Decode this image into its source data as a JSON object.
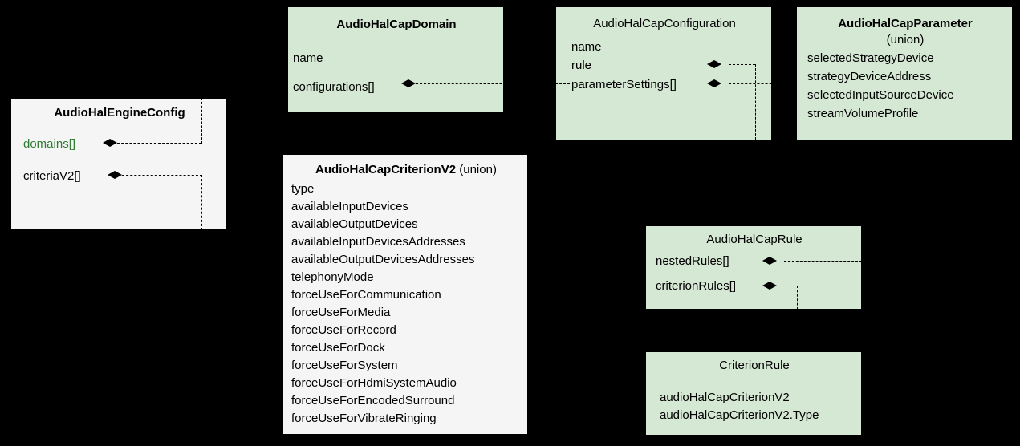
{
  "diagram": {
    "title": "AudioHalCapConfiguration UML class relationships",
    "background_color": "#000000",
    "entity_fill_green": "#d5e8d4",
    "entity_fill_gray": "#f5f5f5",
    "accent_color": "#2e7d32",
    "line_style": "dashed-black-aggregation"
  },
  "boxes": {
    "engine_config": {
      "title": "AudioHalEngineConfig",
      "fields": [
        {
          "label": "domains[]",
          "accent": true
        },
        {
          "label": "criteriaV2[]",
          "accent": false
        }
      ]
    },
    "cap_domain": {
      "title": "AudioHalCapDomain",
      "fields": [
        {
          "label": "name"
        },
        {
          "label": "configurations[]"
        }
      ]
    },
    "cap_configuration": {
      "title": "AudioHalCapConfiguration",
      "fields": [
        {
          "label": "name"
        },
        {
          "label": "rule"
        },
        {
          "label": "parameterSettings[]"
        }
      ]
    },
    "cap_parameter": {
      "title": "AudioHalCapParameter",
      "subtitle": "(union)",
      "fields": [
        {
          "label": "selectedStrategyDevice"
        },
        {
          "label": "strategyDeviceAddress"
        },
        {
          "label": "selectedInputSourceDevice"
        },
        {
          "label": "streamVolumeProfile"
        }
      ]
    },
    "cap_criterion_v2": {
      "title": "AudioHalCapCriterionV2",
      "title_suffix": "(union)",
      "fields": [
        {
          "label": "type"
        },
        {
          "label": "availableInputDevices"
        },
        {
          "label": "availableOutputDevices"
        },
        {
          "label": "availableInputDevicesAddresses"
        },
        {
          "label": "availableOutputDevicesAddresses"
        },
        {
          "label": "telephonyMode"
        },
        {
          "label": "forceUseForCommunication"
        },
        {
          "label": "forceUseForMedia"
        },
        {
          "label": "forceUseForRecord"
        },
        {
          "label": "forceUseForDock"
        },
        {
          "label": "forceUseForSystem"
        },
        {
          "label": "forceUseForHdmiSystemAudio"
        },
        {
          "label": "forceUseForEncodedSurround"
        },
        {
          "label": "forceUseForVibrateRinging"
        }
      ]
    },
    "cap_rule": {
      "title": "AudioHalCapRule",
      "fields": [
        {
          "label": "nestedRules[]"
        },
        {
          "label": "criterionRules[]"
        }
      ]
    },
    "criterion_rule": {
      "title": "CriterionRule",
      "fields": [
        {
          "label": "audioHalCapCriterionV2"
        },
        {
          "label": "audioHalCapCriterionV2.Type"
        }
      ]
    }
  }
}
